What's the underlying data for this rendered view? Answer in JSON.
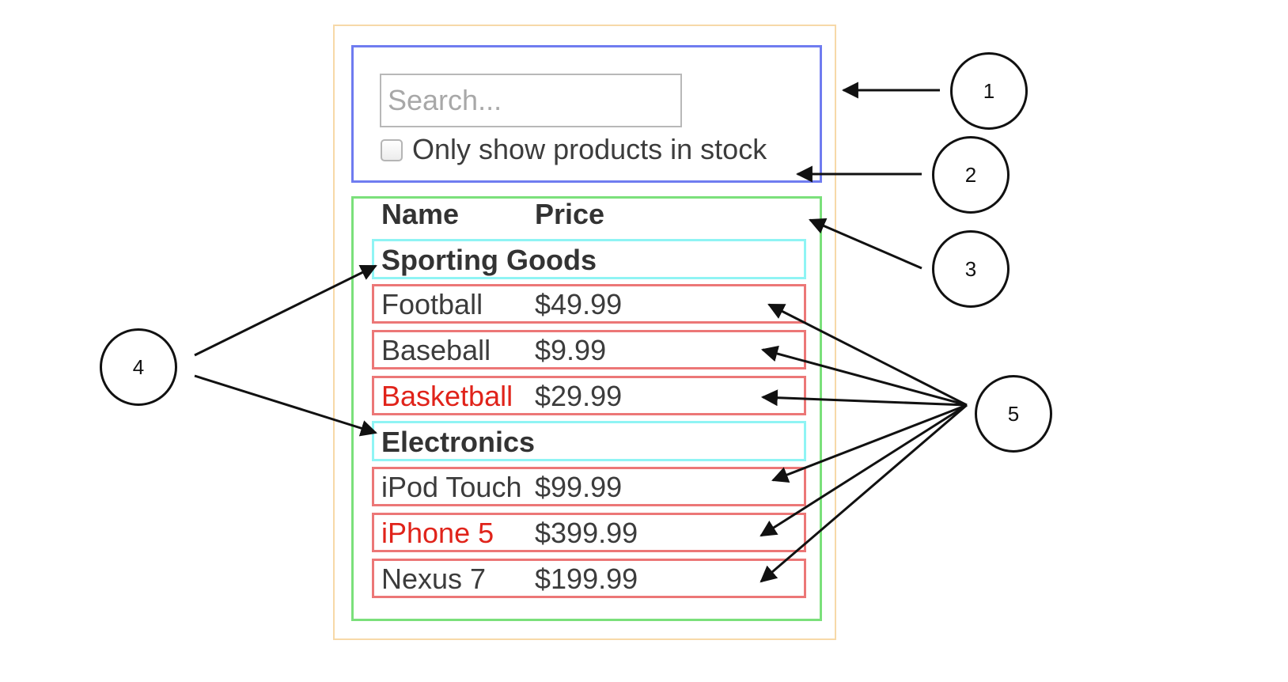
{
  "search": {
    "placeholder": "Search...",
    "in_stock_label": "Only show products in stock"
  },
  "table": {
    "headers": [
      "Name",
      "Price"
    ],
    "categories": [
      {
        "name": "Sporting Goods",
        "products": [
          {
            "name": "Football",
            "price": "$49.99",
            "in_stock": true
          },
          {
            "name": "Baseball",
            "price": "$9.99",
            "in_stock": true
          },
          {
            "name": "Basketball",
            "price": "$29.99",
            "in_stock": false
          }
        ]
      },
      {
        "name": "Electronics",
        "products": [
          {
            "name": "iPod Touch",
            "price": "$99.99",
            "in_stock": true
          },
          {
            "name": "iPhone 5",
            "price": "$399.99",
            "in_stock": false
          },
          {
            "name": "Nexus 7",
            "price": "$199.99",
            "in_stock": true
          }
        ]
      }
    ]
  },
  "callouts": [
    "1",
    "2",
    "3",
    "4",
    "5"
  ],
  "colors": {
    "outer": "#f7d9a8",
    "search_bar": "#6f7cf0",
    "product_table": "#7be07b",
    "category_row": "#8ff4f4",
    "product_row": "#ec7777",
    "out_of_stock_text": "#e0231a"
  }
}
